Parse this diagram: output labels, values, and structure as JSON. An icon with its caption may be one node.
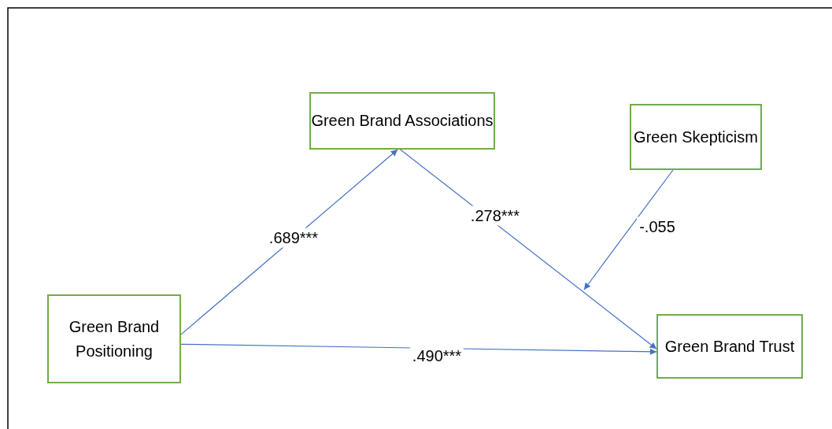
{
  "diagram": {
    "nodes": [
      {
        "text": [
          "Green Brand Positioning"
        ]
      },
      {
        "text": [
          "Green Brand Associations"
        ]
      },
      {
        "text": [
          "Green Skepticism"
        ]
      },
      {
        "text": [
          "Green Brand Trust"
        ]
      }
    ],
    "edges": [
      {
        "from": 0,
        "to": 1,
        "arrow": "to",
        "label": ".689***"
      },
      {
        "from": 1,
        "to": 3,
        "arrow": "to",
        "label": ".278***"
      },
      {
        "from": 0,
        "to": 3,
        "arrow": "to",
        "label": ".490***"
      },
      {
        "from": 2,
        "to": null,
        "arrow": "to",
        "label": "-.055"
      }
    ]
  }
}
